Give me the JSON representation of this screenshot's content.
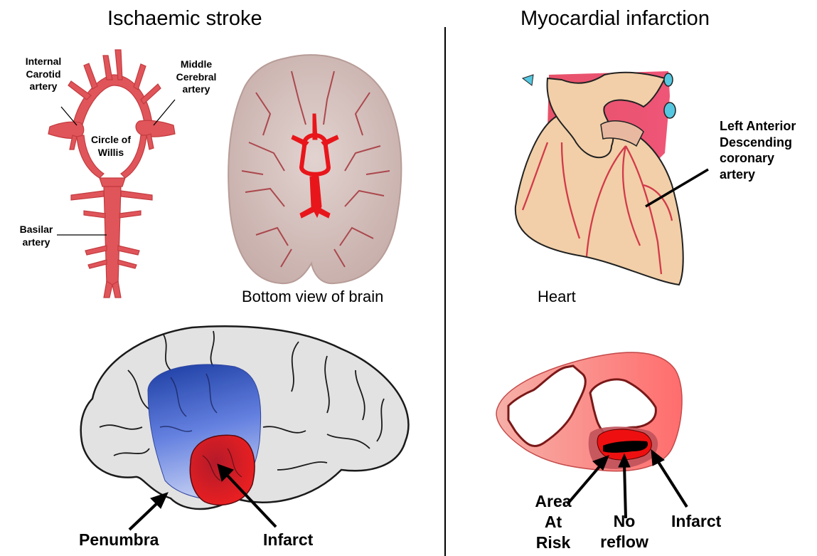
{
  "panels": {
    "left_title": "Ischaemic stroke",
    "right_title": "Myocardial infarction"
  },
  "circle_of_willis": {
    "internal_carotid": [
      "Internal",
      "Carotid",
      "artery"
    ],
    "middle_cerebral": [
      "Middle",
      "Cerebral",
      "artery"
    ],
    "circle": [
      "Circle of",
      "Willis"
    ],
    "basilar": [
      "Basilar",
      "artery"
    ]
  },
  "brain_bottom": {
    "caption": "Bottom view of brain"
  },
  "heart": {
    "lad": [
      "Left Anterior",
      "Descending",
      "coronary",
      "artery"
    ],
    "caption": "Heart"
  },
  "stroke_side": {
    "penumbra": "Penumbra",
    "infarct": "Infarct"
  },
  "mi_section": {
    "area_at_risk": [
      "Area",
      "At",
      "Risk"
    ],
    "no_reflow": [
      "No",
      "reflow"
    ],
    "infarct": "Infarct"
  },
  "colors": {
    "artery": "#e0555a",
    "blood_red": "#e8161b",
    "penumbra_blue": "#1f3fb0",
    "heart_skin": "#f2cfa8",
    "heart_tissue": "#f48c86"
  }
}
